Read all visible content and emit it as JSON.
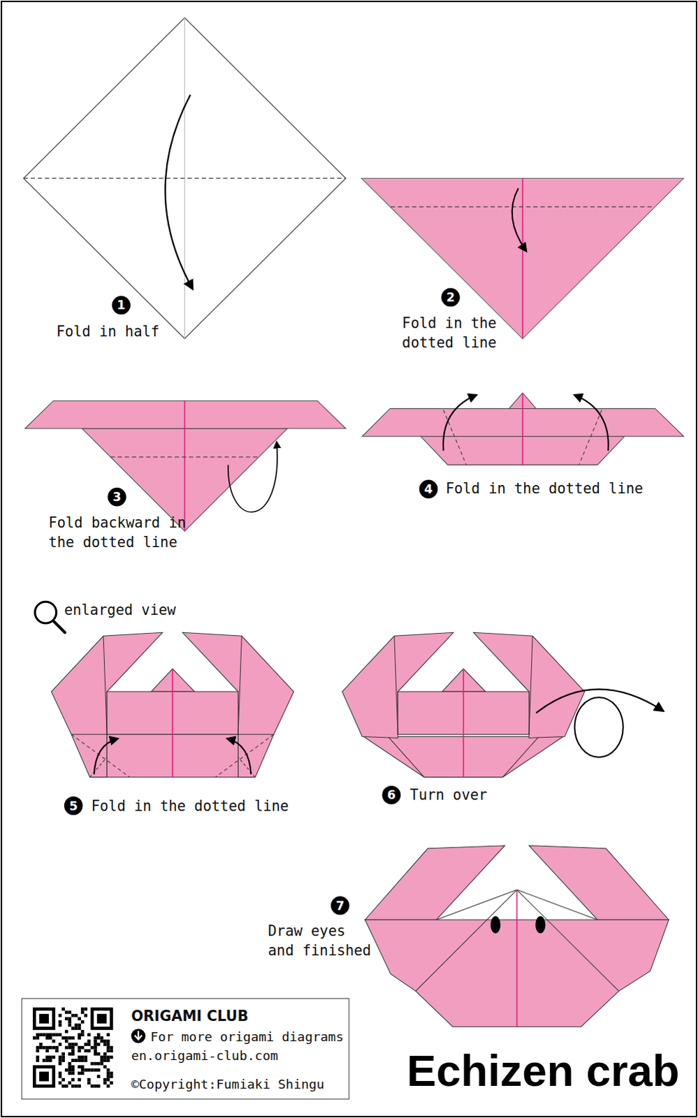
{
  "diagram": {
    "title": "Echizen crab",
    "nodes": [
      {
        "text": [
          "ORIGAMI CLUB",
          "For more origami diagrams",
          "en.origami-club.com",
          "©Copyright:Fumiaki Shingu"
        ]
      }
    ],
    "edges": [],
    "labels": [
      "1",
      "Fold in half",
      "2",
      "Fold in the dotted line",
      "3",
      "Fold backward in the dotted line",
      "4",
      "Fold in the dotted line",
      "enlarged view",
      "5",
      "Fold in the dotted line",
      "6",
      "Turn over",
      "7",
      "Draw eyes and finished"
    ]
  }
}
